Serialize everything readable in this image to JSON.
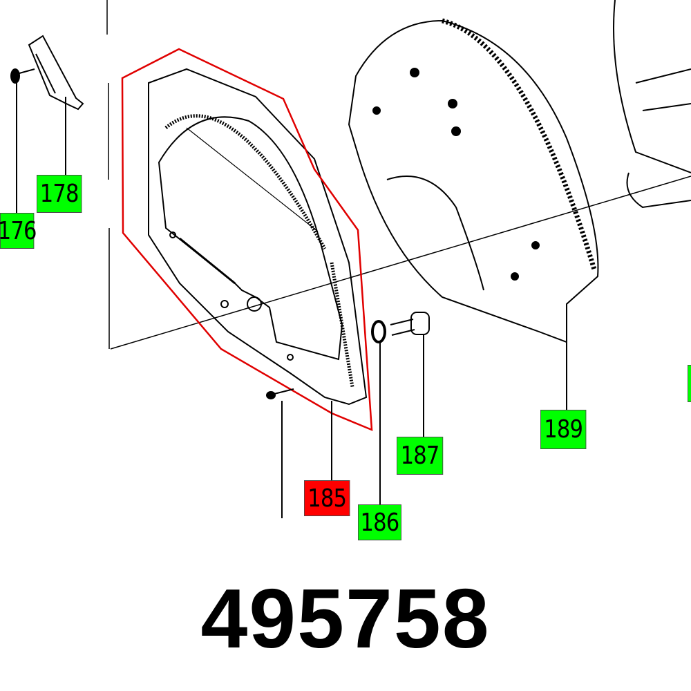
{
  "part_number": "495758",
  "highlight_color": "#ff0000",
  "label_color": "#00ff00",
  "callouts": [
    {
      "id": "176",
      "status": "other"
    },
    {
      "id": "178",
      "status": "other"
    },
    {
      "id": "185",
      "status": "selected"
    },
    {
      "id": "186",
      "status": "other"
    },
    {
      "id": "187",
      "status": "other"
    },
    {
      "id": "189",
      "status": "other"
    }
  ]
}
